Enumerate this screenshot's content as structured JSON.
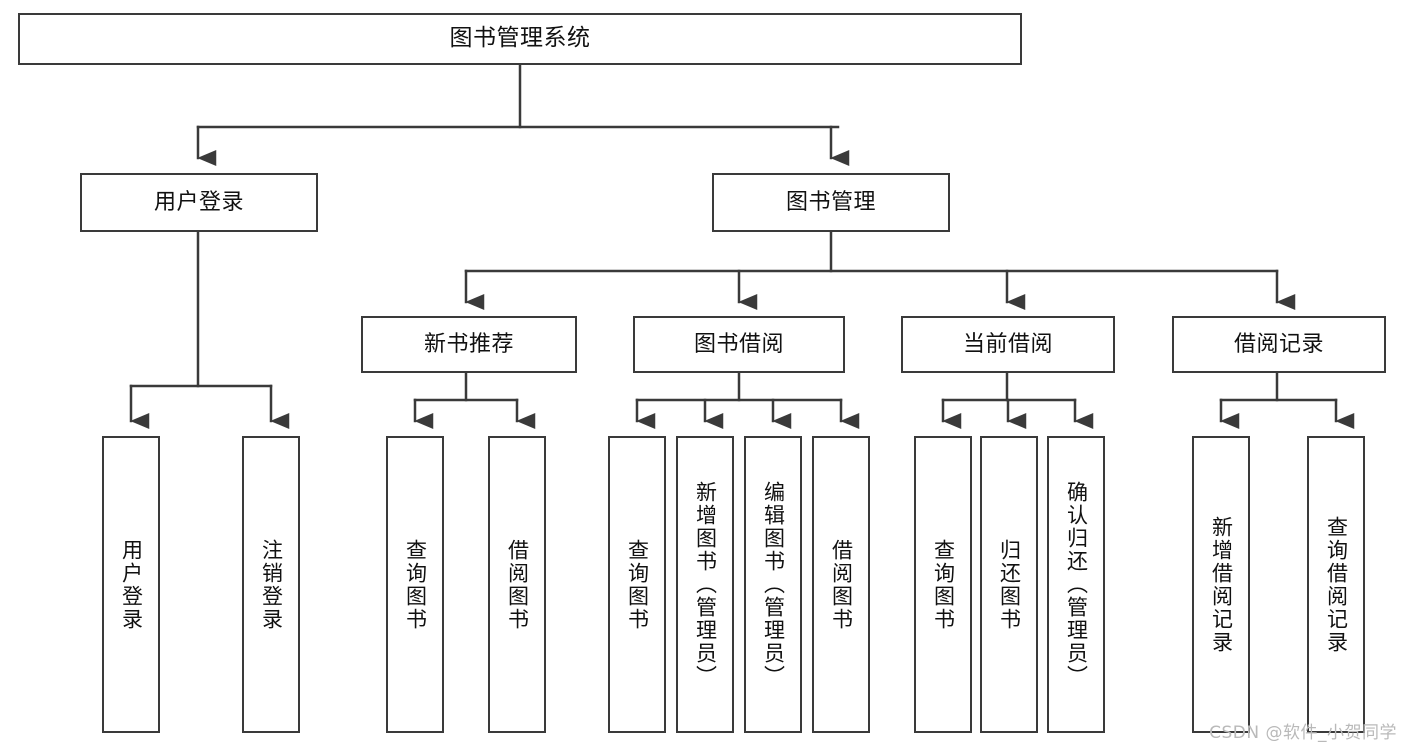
{
  "diagram": {
    "title": "图书管理系统",
    "type": "tree-hierarchy-chart",
    "watermark": "CSDN @软件_小贺同学",
    "stroke_color": "#3a3a3a",
    "fill_color": "#ffffff",
    "text_color": "#111111"
  },
  "nodes": {
    "root": {
      "label": "图书管理系统"
    },
    "level2": [
      {
        "label": "用户登录"
      },
      {
        "label": "图书管理"
      }
    ],
    "level3": [
      {
        "label": "新书推荐"
      },
      {
        "label": "图书借阅"
      },
      {
        "label": "当前借阅"
      },
      {
        "label": "借阅记录"
      }
    ],
    "leaves": {
      "user_login": [
        {
          "label": "用户登录"
        },
        {
          "label": "注销登录"
        }
      ],
      "new_book_recommend": [
        {
          "label": "查询图书"
        },
        {
          "label": "借阅图书"
        }
      ],
      "book_borrow": [
        {
          "label": "查询图书"
        },
        {
          "label": "新增图书（管理员）"
        },
        {
          "label": "编辑图书（管理员）"
        },
        {
          "label": "借阅图书"
        }
      ],
      "current_borrow": [
        {
          "label": "查询图书"
        },
        {
          "label": "归还图书"
        },
        {
          "label": "确认归还（管理员）"
        }
      ],
      "borrow_record": [
        {
          "label": "新增借阅记录"
        },
        {
          "label": "查询借阅记录"
        }
      ]
    }
  }
}
